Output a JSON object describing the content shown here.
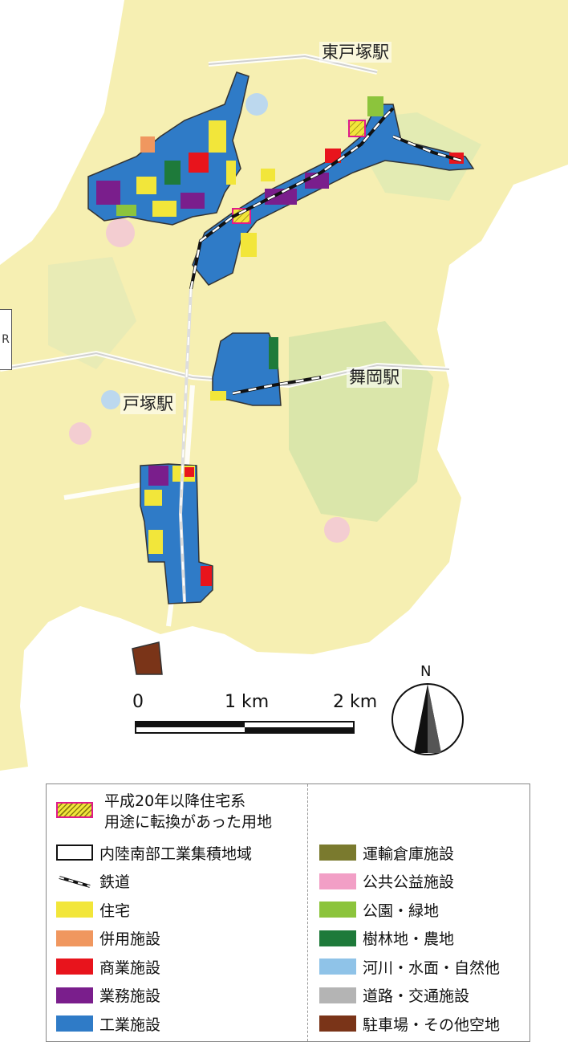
{
  "map": {
    "stations": {
      "higashi_totsuka": "東戸塚駅",
      "totsuka": "戸塚駅",
      "maioka": "舞岡駅"
    },
    "edge_label": "R"
  },
  "scale": {
    "zero": "0",
    "one_km": "1 km",
    "two_km": "2 km"
  },
  "compass": {
    "north": "N"
  },
  "legend": {
    "converted_line1": "平成20年以降住宅系",
    "converted_line2": "用途に転換があった用地",
    "left_items": [
      {
        "label": "内陸南部工業集積地域",
        "swatch": "outline"
      },
      {
        "label": "鉄道",
        "swatch": "railway"
      },
      {
        "label": "住宅",
        "color": "#f2e63a"
      },
      {
        "label": "併用施設",
        "color": "#f0975f"
      },
      {
        "label": "商業施設",
        "color": "#e8141c"
      },
      {
        "label": "業務施設",
        "color": "#7a1e8c"
      },
      {
        "label": "工業施設",
        "color": "#2f7bc7"
      }
    ],
    "right_items": [
      {
        "label": "運輸倉庫施設",
        "color": "#7a7a2e"
      },
      {
        "label": "公共公益施設",
        "color": "#f29fc6"
      },
      {
        "label": "公園・緑地",
        "color": "#8cc43c"
      },
      {
        "label": "樹林地・農地",
        "color": "#1e7a3a"
      },
      {
        "label": "河川・水面・自然他",
        "color": "#8fc3e8"
      },
      {
        "label": "道路・交通施設",
        "color": "#b4b4b4"
      },
      {
        "label": "駐車場・その他空地",
        "color": "#7a3418"
      }
    ],
    "converted_swatch": {
      "fill": "#f2e63a",
      "border": "#e0198c"
    }
  }
}
